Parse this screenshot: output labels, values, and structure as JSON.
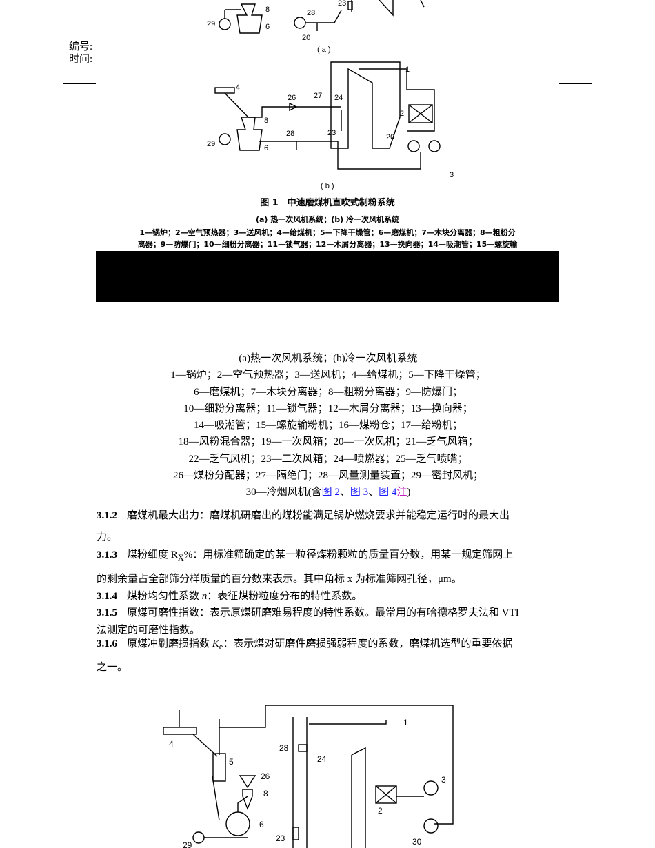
{
  "header": {
    "number_label": "编号:",
    "time_label": "时间:"
  },
  "figure1": {
    "sub_a": "( a )",
    "sub_b": "( b )",
    "title": "图 1　中速磨煤机直吹式制粉系统",
    "subtitle": "(a) 热一次风机系统；(b) 冷一次风机系统",
    "legend_line1": "1—锅炉；2—空气预热器；3—送风机；4—给煤机；5—下降干燥管；6—磨煤机；7—木块分离器；8—粗粉分",
    "legend_line2": "离器；9—防爆门；10—细粉分离器；11—锁气器；12—木屑分离器；13—换向器；14—吸潮管；15—螺旋输",
    "labels_a": [
      "29",
      "8",
      "6",
      "28",
      "20",
      "23"
    ],
    "labels_b": [
      "4",
      "26",
      "27",
      "24",
      "1",
      "2",
      "8",
      "6",
      "28",
      "29",
      "23",
      "20",
      "3"
    ]
  },
  "legend": {
    "lines": [
      "(a)热一次风机系统；(b)冷一次风机系统",
      "1—锅炉；2—空气预热器；3—送风机；4—给煤机；5—下降干燥管；",
      "6—磨煤机；7—木块分离器；8—粗粉分离器；9—防爆门；",
      "10—细粉分离器；11—锁气器；12—木屑分离器；13—换向器；",
      "14—吸潮管；15—螺旋输粉机；16—煤粉仓；17—给粉机；",
      "18—风粉混合器；19—一次风箱；20—一次风机；21—乏气风箱；",
      "22—乏气风机；23—二次风箱；24—喷燃器；25—乏气喷嘴；",
      "26—煤粉分配器；27—隔绝门；28—风量测量装置；29—密封风机；"
    ],
    "last_prefix": "30—冷烟风机(含",
    "ref_fig2": "图 2",
    "sep1": "、",
    "ref_fig3": "图 3",
    "sep2": "、",
    "ref_fig4": "图 4",
    "ref_note": "注",
    "last_suffix": ")"
  },
  "sections": [
    {
      "num": "3.1.2",
      "line1": "磨煤机最大出力：磨煤机研磨出的煤粉能满足锅炉燃烧要求并能稳定运行时的最大出",
      "line2": "力。"
    },
    {
      "num": "3.1.3",
      "pre": "煤粉细度 R",
      "sub": "X",
      "post": "%：用标准筛确定的某一粒径煤粉颗粒的质量百分数，用某一规定筛网上",
      "line2": "的剩余量占全部筛分样质量的百分数来表示。其中角标 x 为标准筛网孔径，μm。"
    },
    {
      "num": "3.1.4",
      "pre": "煤粉均匀性系数 ",
      "ital": "n",
      "post": "：表征煤粉粒度分布的特性系数。"
    },
    {
      "num": "3.1.5",
      "line1": "原煤可磨性指数：表示原煤研磨难易程度的特性系数。最常用的有哈德格罗夫法和 VTI",
      "line2": "法测定的可磨性指数。"
    },
    {
      "num": "3.1.6",
      "pre": "原煤冲刷磨损指数 ",
      "ital": "K",
      "sub": "e",
      "post": "：表示煤对研磨件磨损强弱程度的系数，磨煤机选型的重要依据",
      "line2": "之一。"
    }
  ],
  "figure2": {
    "labels": [
      "4",
      "5",
      "28",
      "24",
      "1",
      "26",
      "8",
      "3",
      "2",
      "6",
      "29",
      "23",
      "30"
    ]
  }
}
